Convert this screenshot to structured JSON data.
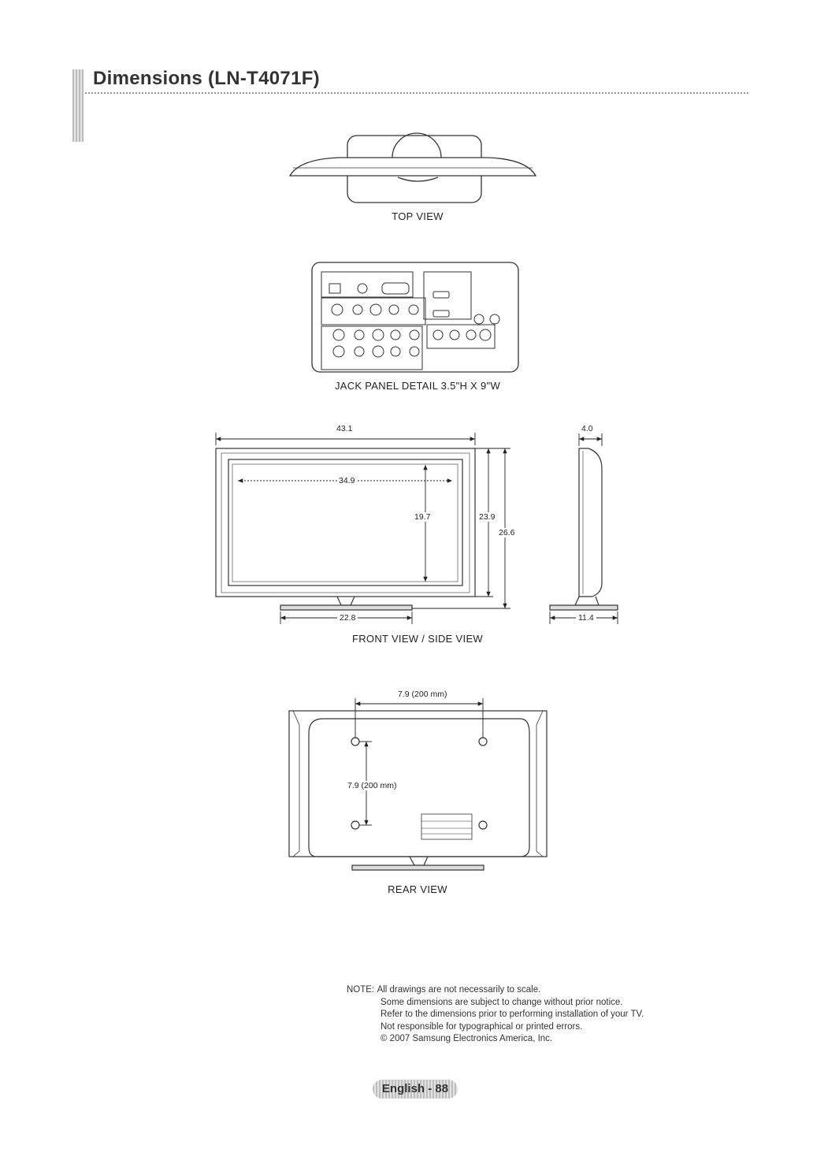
{
  "title": "Dimensions (LN-T4071F)",
  "captions": {
    "top_view": "TOP VIEW",
    "jack_panel": "JACK PANEL DETAIL 3.5\"H X 9\"W",
    "front_side_view": "FRONT VIEW / SIDE VIEW",
    "rear_view": "REAR VIEW"
  },
  "dimensions": {
    "overall_width": "43.1",
    "screen_width": "34.9",
    "screen_height": "19.7",
    "body_height": "23.9",
    "height_with_stand": "26.6",
    "stand_width": "22.8",
    "depth": "4.0",
    "stand_depth": "11.4",
    "vesa_horizontal": "7.9 (200 mm)",
    "vesa_vertical": "7.9 (200 mm)"
  },
  "note": {
    "label": "NOTE:",
    "lines": [
      "All drawings are not necessarily to scale.",
      "Some dimensions are subject to change without prior notice.",
      "Refer to the dimensions prior to performing installation of your TV.",
      "Not responsible for typographical or printed errors.",
      "© 2007 Samsung Electronics America, Inc."
    ]
  },
  "footer": {
    "page_label": "English - 88"
  }
}
